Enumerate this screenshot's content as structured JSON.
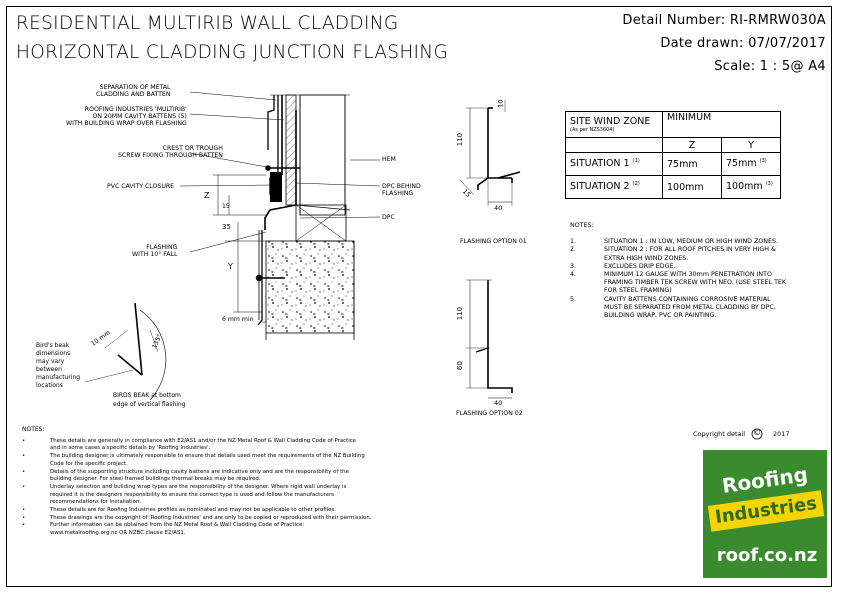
{
  "title": {
    "line1": "RESIDENTIAL MULTIRIB WALL CLADDING",
    "line2": "HORIZONTAL CLADDING JUNCTION FLASHING"
  },
  "meta": {
    "detail_number": "Detail Number:  RI-RMRW030A",
    "date_drawn": "Date drawn:  07/07/2017",
    "scale": "Scale:   1 : 5@ A4"
  },
  "main_detail_labels": {
    "separation": "SEPARATION OF METAL\nCLADDING AND BATTEN",
    "battens": "ROOFING INDUSTRIES 'MULTIRIB'\nON 20mm CAVITY BATTENS (5)\nWITH BUILDING WRAP OVER FLASHING",
    "crest": "CREST OR TROUGH\nSCREW FIXING THROUGH BATTEN",
    "pvc": "PVC CAVITY CLOSURE",
    "hem": "HEM",
    "dpc_behind": "DPC BEHIND\nFLASHING",
    "dpc": "DPC",
    "flashing": "FLASHING\nWITH 10° FALL",
    "gap": "6 mm min",
    "dim_z": "Z",
    "dim_15": "15",
    "dim_35": "35",
    "dim_y": "Y"
  },
  "birds_beak": {
    "dim_10": "10 mm",
    "angle": "135°",
    "left_note": "Bird's beak\ndimensions\nmay vary\nbetween\nmanufacturing\nlocations",
    "bottom_note": "BIRDS BEAK at bottom\nedge of vertical flashing"
  },
  "flashing_option_1": {
    "label": "FLASHING OPTION 01",
    "dim_110": "110",
    "dim_10": "10",
    "dim_15": "15",
    "dim_40": "40"
  },
  "flashing_option_2": {
    "label": "FLASHING OPTION 02",
    "dim_110": "110",
    "dim_60": "60",
    "dim_40": "40"
  },
  "wind_table": {
    "header_zone": "SITE WIND ZONE",
    "header_zone_sub": "(As per NZS3604)",
    "header_min": "MINIMUM",
    "col_z": "Z",
    "col_y": "Y",
    "rows": [
      {
        "situation": "SITUATION 1",
        "sup": "(1)",
        "z": "75mm",
        "y": "75mm",
        "ysup": "(3)"
      },
      {
        "situation": "SITUATION 2",
        "sup": "(2)",
        "z": "100mm",
        "y": "100mm",
        "ysup": "(3)"
      }
    ]
  },
  "notes_right": {
    "heading": "NOTES:",
    "items": [
      {
        "num": "1.",
        "text": "SITUATION 1 : IN LOW, MEDIUM OR HIGH WIND ZONES."
      },
      {
        "num": "2.",
        "text": "SITUATION 2 : FOR ALL ROOF PITCHES IN VERY HIGH &\nEXTRA HIGH WIND ZONES."
      },
      {
        "num": "3.",
        "text": "EXCLUDES DRIP EDGE."
      },
      {
        "num": "4.",
        "text": "MINIMUM 12 GAUGE WITH 30mm PENETRATION INTO\nFRAMING TIMBER TEK SCREW WITH NEO.  (USE STEEL TEK\nFOR STEEL FRAMING)"
      },
      {
        "num": "5.",
        "text": "CAVITY BATTENS CONTAINING CORROSIVE MATERIAL\nMUST BE SEPARATED FROM METAL CLADDING BY DPC,\nBUILDING WRAP, PVC OR PAINTING."
      }
    ]
  },
  "notes_bottom": {
    "heading": "NOTES:",
    "items": [
      "These details are generally in compliance with E2/AS1 and/or the NZ Metal Roof & Wall Cladding Code of Practice",
      "and in some cases a specific details by 'Roofing Industries'.",
      "The building designer is ultimately responsible to ensure that details used meet the requirements of the NZ Building",
      "Code for the specific project.",
      "Details of the supporting structure including cavity battens are indicative only and are the responsibility of the",
      "building designer.  For steel framed buildings thermal breaks may be required.",
      "Underlay selection and building wrap types are the responsibility of the designer.  Where rigid wall underlay is",
      "required it is the designers responsibility to ensure the correct type is used and follow the manufacturers",
      "recommendations for installation.",
      "These details are for Roofing Industries profiles as nominated and may not be applicable to other profiles.",
      "These drawings are the copyright of 'Roofing Industries' and are only to be copied or reproduced with their permission.",
      "Further information can be obtained from the  NZ Metal Roof & Wall Cladding Code of Practice:",
      "www.metalroofing.org.nz OR NZBC clause E2/AS1."
    ],
    "bullets": [
      true,
      false,
      true,
      false,
      true,
      false,
      true,
      false,
      false,
      true,
      true,
      true,
      false
    ]
  },
  "copyright": {
    "text": "Copyright detail",
    "symbol": "©",
    "year": "2017"
  },
  "logo": {
    "line1": "Roofing",
    "line2": "Industries",
    "url": "roof.co.nz",
    "bg_color": "#3a8a2e",
    "band_color": "#f5d400"
  }
}
